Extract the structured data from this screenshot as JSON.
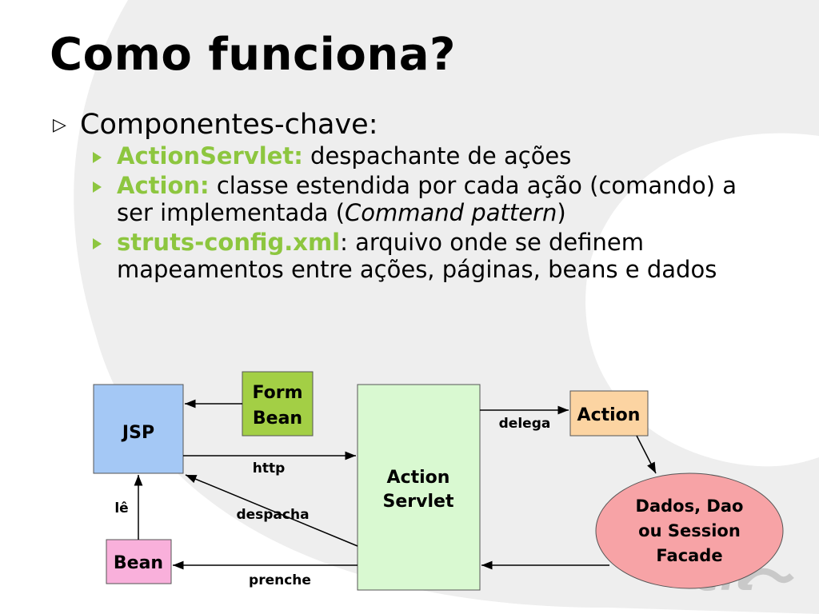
{
  "slide": {
    "title": "Como funciona?",
    "level1": "Componentes-chave:",
    "bullets": [
      {
        "keyword": "ActionServlet:",
        "text": " despachante de ações"
      },
      {
        "keyword": "Action:",
        "text": " classe estendida por cada ação (comando) a ser implementada (",
        "italic": "Command pattern",
        "tail": ")"
      },
      {
        "keyword": "struts-config.xml",
        "text": ": arquivo onde se definem mapeamentos entre ações, páginas, beans e dados"
      }
    ]
  },
  "diagram": {
    "jsp": "JSP",
    "form_bean": [
      "Form",
      "Bean"
    ],
    "action_servlet": [
      "Action",
      "Servlet"
    ],
    "action": "Action",
    "dados": [
      "Dados, Dao",
      "ou Session",
      "Facade"
    ],
    "bean": "Bean",
    "edge_http": "http",
    "edge_delega": "delega",
    "edge_le": "lê",
    "edge_despacha": "despacha",
    "edge_prenche": "prenche"
  },
  "colors": {
    "accent_green": "#8dc63f",
    "jsp_fill": "#a4c8f5",
    "form_bean_fill": "#a3cf45",
    "servlet_fill": "#d9f9d1",
    "action_fill": "#fcd4a2",
    "dados_fill": "#f7a3a6",
    "bean_fill": "#f9b0db"
  }
}
